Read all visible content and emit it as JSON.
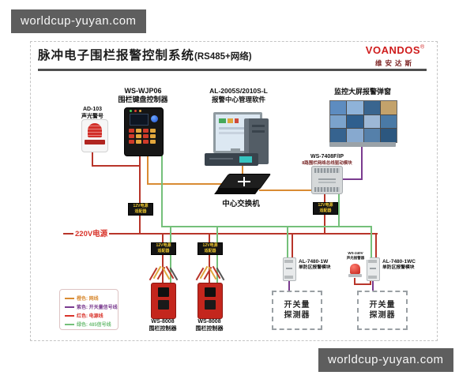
{
  "watermarks": {
    "top_left": "worldcup-yuyan.com",
    "bottom_right": "worldcup-yuyan.com"
  },
  "header": {
    "title": "脉冲电子围栏报警控制系统",
    "title_suffix": "(RS485+网络)",
    "brand": "VOANDOS",
    "brand_reg": "®",
    "brand_cn": "维安达斯",
    "brand_color": "#cf1d1d"
  },
  "devices": {
    "siren": {
      "model": "AD-103",
      "name": "声光警号"
    },
    "keypad": {
      "model": "WS-WJP06",
      "name": "围栏键盘控制器"
    },
    "pc": {
      "model": "AL-2005S/2010S-L",
      "name": "报警中心管理软件"
    },
    "videowall": {
      "name": "监控大屏报警弹窗"
    },
    "switch": {
      "name": "中心交换机"
    },
    "driver": {
      "model": "WS-7408F/IP",
      "name": "8路围栏网络总线驱动模块"
    },
    "host1": {
      "model": "WS-8008",
      "name": "围栏控制器"
    },
    "host2": {
      "model": "WS-8008",
      "name": "围栏控制器"
    },
    "module1": {
      "model": "AL-7480-1W",
      "name": "单防区报警模块"
    },
    "module2": {
      "model": "AL-7480-1WC",
      "name": "单防区报警模块"
    },
    "siren2": {
      "model": "WS-240V",
      "name": "声光报警器"
    },
    "detector1": {
      "line1": "开关量",
      "line2": "探测器"
    },
    "detector2": {
      "line1": "开关量",
      "line2": "探测器"
    }
  },
  "labels": {
    "power": "220V电源",
    "adapter_line1": "12V电源",
    "adapter_line2": "适配器"
  },
  "legend": {
    "items": [
      {
        "color": "#d98b33",
        "label": "橙色: 网线"
      },
      {
        "color": "#7a3b8f",
        "label": "紫色: 开关量信号线"
      },
      {
        "color": "#d9342b",
        "label": "红色: 电源线"
      },
      {
        "color": "#74c07a",
        "label": "绿色: 485信号线"
      }
    ]
  }
}
